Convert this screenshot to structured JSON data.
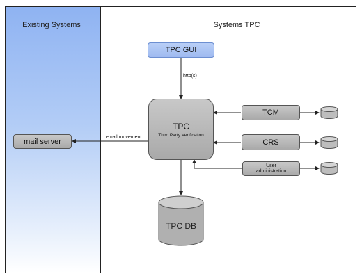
{
  "regions": {
    "existing_title": "Existing Systems",
    "tpc_title": "Systems TPC"
  },
  "nodes": {
    "mail_server": "mail server",
    "tpc_gui": "TPC GUI",
    "tpc": "TPC",
    "tpc_subtitle": "Third Party Verification",
    "tcm": "TCM",
    "crs": "CRS",
    "user_admin_line1": "User",
    "user_admin_line2": "administration",
    "tpc_db": "TPC DB"
  },
  "edges": {
    "http": "http(s)",
    "email": "email movement"
  },
  "colors": {
    "left_panel": "#8fb3f2",
    "gui_box": "#a9c2f3",
    "gray_box": "#b5b5b5"
  }
}
